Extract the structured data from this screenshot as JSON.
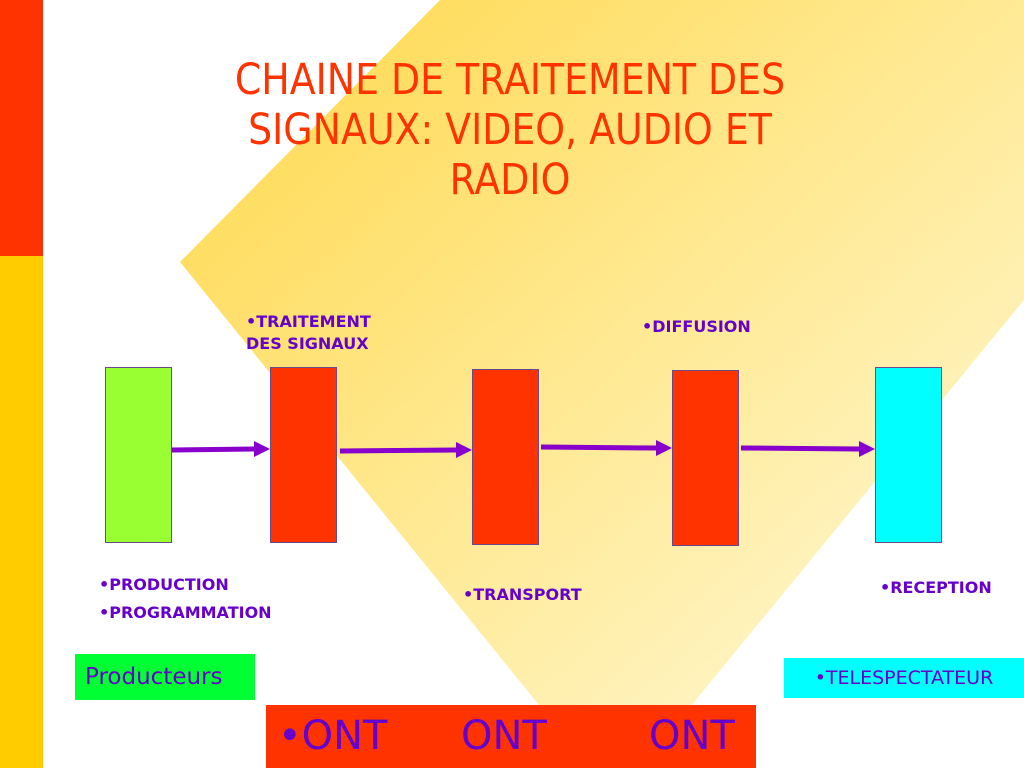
{
  "title": "CHAINE DE TRAITEMENT DES SIGNAUX: VIDEO, AUDIO ET RADIO",
  "labels": {
    "traitement": "•TRAITEMENT DES SIGNAUX",
    "diffusion": "•DIFFUSION",
    "production": "•PRODUCTION",
    "programmation": "•PROGRAMMATION",
    "transport": "•TRANSPORT",
    "reception": "•RECEPTION"
  },
  "producteurs": "Producteurs",
  "telespectateur": "•TELESPECTATEUR",
  "ont": [
    "•ONT",
    "ONT",
    "ONT"
  ],
  "colors": {
    "title": "#ff3300",
    "label": "#6600cc",
    "box_production": "#99ff33",
    "box_process": "#ff3300",
    "box_reception": "#00ffff",
    "arrow": "#8800cc",
    "stripe_top": "#ff3300",
    "stripe_bottom": "#ffcc00"
  }
}
